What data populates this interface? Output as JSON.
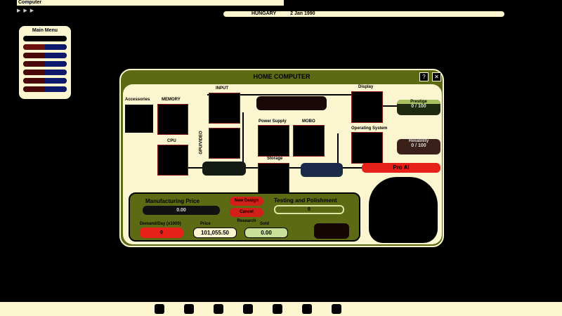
{
  "topbar": {
    "title": "Computer",
    "country": "HUNGARY",
    "date": "2 Jan 1990"
  },
  "menu": {
    "title": "Main Menu"
  },
  "window": {
    "title": "HOME COMPUTER",
    "help": "?",
    "close": "✕",
    "components": {
      "accessories": "Accessories",
      "memory": "MEMORY",
      "cpu": "CPU",
      "input": "INPUT",
      "gpu": "GPU/VIDEO",
      "power": "Power Supply",
      "mobo": "MOBO",
      "storage": "Storage",
      "display": "Display",
      "os": "Operating System"
    },
    "prestige": {
      "label": "Prestige",
      "value": "0 / 100"
    },
    "reliability": {
      "label": "Reliability",
      "value": "0 / 100"
    },
    "pro_ai": "Pro AI",
    "manufacturing": {
      "label": "Manufacturing Price",
      "value": "0.00"
    },
    "buttons": {
      "new_design": "New Design",
      "cancel": "Cancel Research"
    },
    "testing": {
      "label": "Testing and Polishment",
      "value": "0"
    },
    "demand": {
      "label": "Demand/Day (x1000)",
      "value": "0"
    },
    "price": {
      "label": "Price",
      "value": "101,055.50"
    },
    "sold": {
      "label": "Sold",
      "value": "0.00"
    }
  }
}
